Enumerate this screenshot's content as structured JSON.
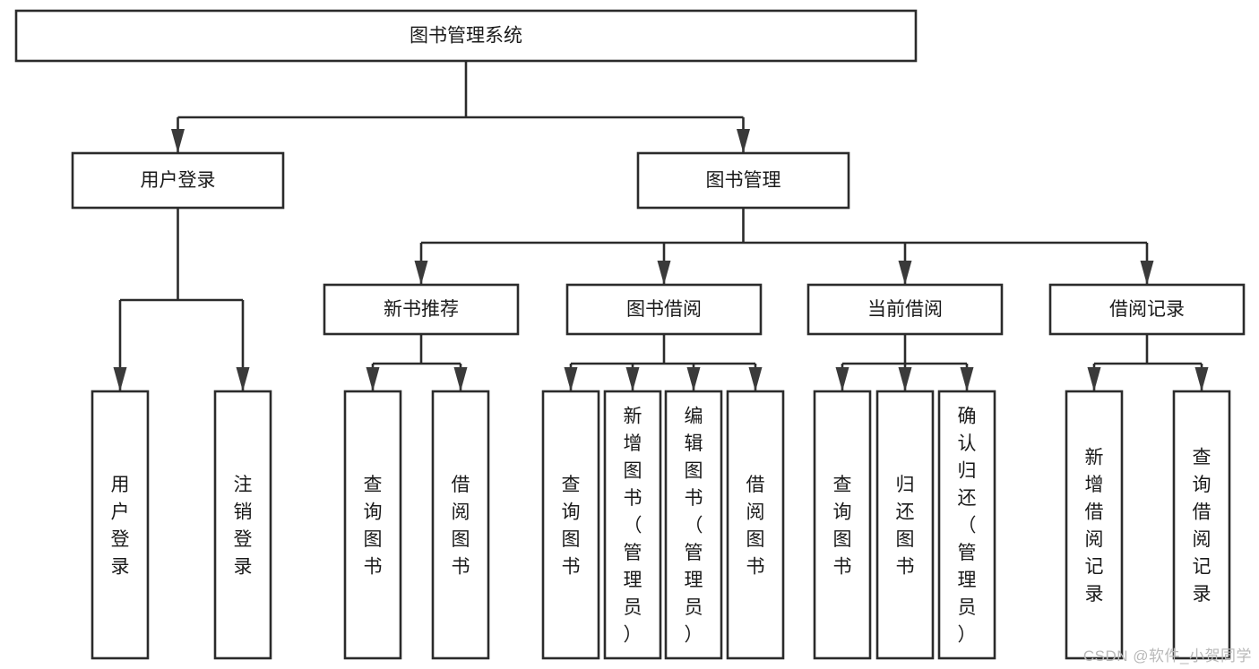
{
  "diagram": {
    "title": "图书管理系统",
    "type": "tree-hierarchy",
    "watermark": "CSDN @软件_小贺同学",
    "colors": {
      "background": "#ffffff",
      "box_stroke": "#2b2b2b",
      "box_fill": "#ffffff",
      "connector": "#2b2b2b",
      "arrow": "#3a3a3a",
      "text": "#1a1a1a",
      "watermark": "#b9b9b9"
    },
    "root": {
      "label": "图书管理系统"
    },
    "level1": [
      {
        "id": "user-login",
        "label": "用户登录"
      },
      {
        "id": "book-manage",
        "label": "图书管理"
      }
    ],
    "level2": [
      {
        "id": "new-book-recommend",
        "label": "新书推荐",
        "parent": "book-manage"
      },
      {
        "id": "book-borrow",
        "label": "图书借阅",
        "parent": "book-manage"
      },
      {
        "id": "current-borrow",
        "label": "当前借阅",
        "parent": "book-manage"
      },
      {
        "id": "borrow-record",
        "label": "借阅记录",
        "parent": "book-manage"
      }
    ],
    "leaves": {
      "user-login": [
        {
          "id": "leaf-user-login",
          "label": "用户登录"
        },
        {
          "id": "leaf-user-logout",
          "label": "注销登录"
        }
      ],
      "new-book-recommend": [
        {
          "id": "leaf-query-book-1",
          "label": "查询图书"
        },
        {
          "id": "leaf-borrow-book-1",
          "label": "借阅图书"
        }
      ],
      "book-borrow": [
        {
          "id": "leaf-query-book-2",
          "label": "查询图书"
        },
        {
          "id": "leaf-add-book",
          "label": "新增图书（管理员）"
        },
        {
          "id": "leaf-edit-book",
          "label": "编辑图书（管理员）"
        },
        {
          "id": "leaf-borrow-book-2",
          "label": "借阅图书"
        }
      ],
      "current-borrow": [
        {
          "id": "leaf-query-book-3",
          "label": "查询图书"
        },
        {
          "id": "leaf-return-book",
          "label": "归还图书"
        },
        {
          "id": "leaf-confirm-return",
          "label": "确认归还（管理员）"
        }
      ],
      "borrow-record": [
        {
          "id": "leaf-add-record",
          "label": "新增借阅记录"
        },
        {
          "id": "leaf-query-record",
          "label": "查询借阅记录"
        }
      ]
    }
  }
}
